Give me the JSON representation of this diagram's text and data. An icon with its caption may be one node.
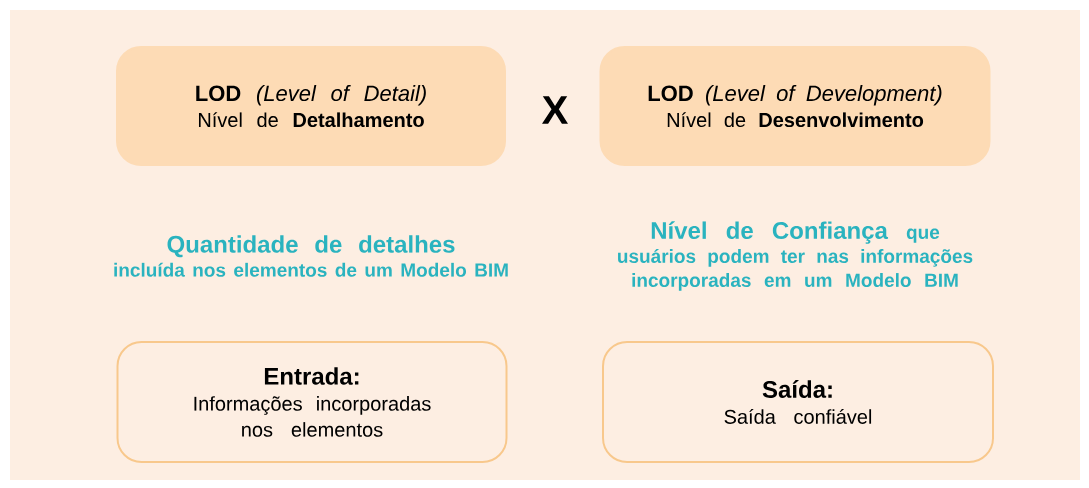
{
  "diagram": {
    "nodes": [
      {
        "text": [
          "**LOD** *(Level of Detail)*",
          "Nível de **Detalhamento**"
        ]
      },
      {
        "text": [
          "**LOD** *(Level of Development)*",
          "Nível de **Desenvolvimento**"
        ]
      },
      {
        "text": [
          "Entrada:",
          "Informações incorporadas nos elementos"
        ]
      },
      {
        "text": [
          "Saída:",
          "Saída confiável"
        ]
      }
    ],
    "labels": [
      "X",
      "Quantidade de detalhes",
      "incluída nos elementos de um Modelo BIM",
      "Nível de Confiança",
      "que usuários podem ter nas informações incorporadas em um Modelo BIM"
    ]
  }
}
